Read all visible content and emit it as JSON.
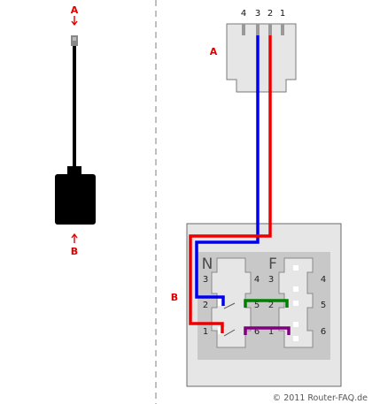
{
  "left": {
    "label_top": "A",
    "label_bottom": "B"
  },
  "right": {
    "plug_label": "A",
    "plug_pins": [
      "4",
      "3",
      "2",
      "1"
    ],
    "socket_label": "B",
    "socket_n": "N",
    "socket_f": "F",
    "n_pins_left": [
      "3",
      "2",
      "1"
    ],
    "n_pins_right": [
      "4",
      "5",
      "6"
    ],
    "f_pins_left": [
      "3",
      "2",
      "1"
    ],
    "f_pins_right": [
      "4",
      "5",
      "6"
    ]
  },
  "wire_colors": {
    "blue": "#0000ee",
    "red": "#ee0000",
    "green": "#008000",
    "purple": "#800080"
  },
  "copyright": "© 2011 Router-FAQ.de"
}
